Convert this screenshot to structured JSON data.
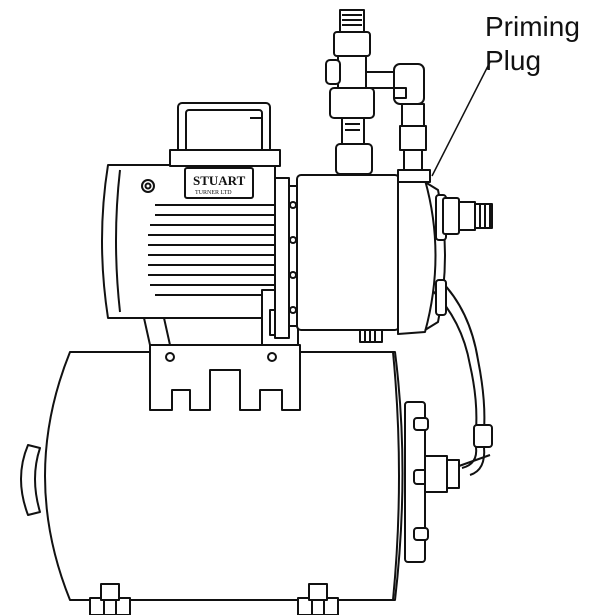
{
  "callout": {
    "line1": "Priming",
    "line2": "Plug"
  },
  "nameplate": {
    "brand": "STUART",
    "subtitle": "TURNER LTD"
  },
  "colors": {
    "stroke": "#111111",
    "fill": "#ffffff"
  }
}
